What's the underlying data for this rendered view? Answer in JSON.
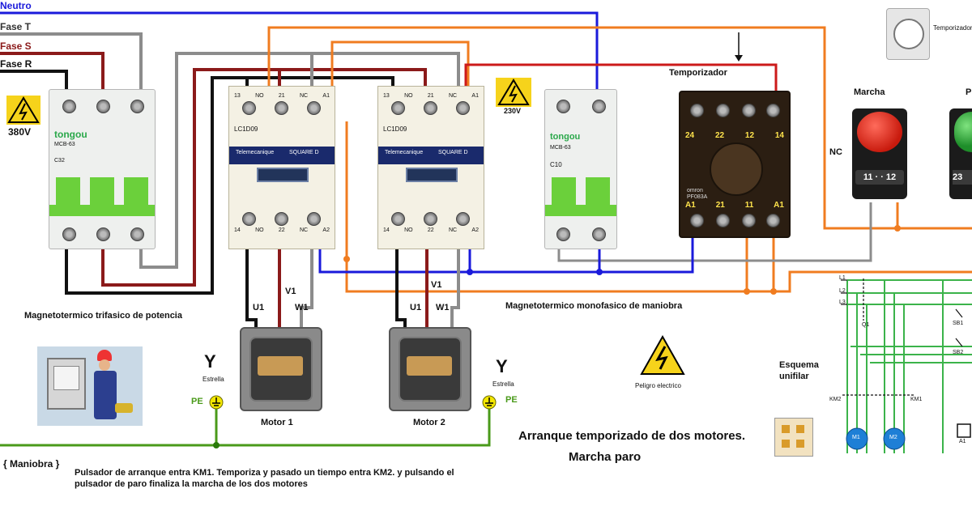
{
  "phases": {
    "neutro": "Neutro",
    "t": "Fase T",
    "s": "Fase S",
    "r": "Fase R"
  },
  "voltage_380": "380V",
  "voltage_230": "230V",
  "breaker_3p": {
    "brand": "tongou",
    "model": "MCB-63",
    "rating": "C32"
  },
  "breaker_1p": {
    "brand": "tongou",
    "model": "MCB-63",
    "rating": "C10"
  },
  "contactor1": {
    "model": "LC1D09",
    "brand": "Telemecanique",
    "series": "SQUARE D",
    "top_terminals": [
      "13",
      "NO",
      "21",
      "NC",
      "A1"
    ],
    "bottom_terminals": [
      "14",
      "NO",
      "22",
      "NC",
      "A2"
    ]
  },
  "contactor2": {
    "model": "LC1D09",
    "brand": "Telemecanique",
    "series": "SQUARE D",
    "top_terminals": [
      "13",
      "NO",
      "21",
      "NC",
      "A1"
    ],
    "bottom_terminals": [
      "14",
      "NO",
      "22",
      "NC",
      "A2"
    ]
  },
  "timer": {
    "title": "Temporizador",
    "top_terminals": [
      "24",
      "22",
      "12",
      "14"
    ],
    "bottom_terminals": [
      "A1",
      "21",
      "11",
      "A1"
    ],
    "socket": "PF083A",
    "brand": "omron"
  },
  "timer_photo_label": "Temporizador",
  "marcha": {
    "title": "Marcha",
    "nc": "NC",
    "terminals": "11 · · 12"
  },
  "paro": {
    "title": "P",
    "terminals": "23"
  },
  "labels": {
    "mag_trifasico": "Magnetotermico trifasico de potencia",
    "mag_monofasico": "Magnetotermico monofasico de maniobra",
    "esquema": "Esquema\nunifilar",
    "peligro": "Peligro electrico",
    "estrella": "Estrella",
    "y": "Y",
    "pe": "PE",
    "motor1": "Motor 1",
    "motor2": "Motor 2",
    "u1": "U1",
    "v1": "V1",
    "w1": "W1",
    "maniobra": "{ Maniobra }",
    "desc_line1": "Pulsador de arranque entra KM1. Temporiza y pasado un tiempo entra KM2. y pulsando el",
    "desc_line2": "pulsador de paro finaliza la marcha de los dos motores",
    "title_line1": "Arranque temporizado de dos motores.",
    "title_line2": "Marcha paro"
  },
  "unifilar": {
    "l1": "L1",
    "l2": "L2",
    "l3": "L3",
    "q1": "Q1",
    "km2": "KM2",
    "km1": "KM1",
    "m1": "M1",
    "m2": "M2",
    "sb1": "SB1",
    "sb2": "SB2",
    "a1": "A1"
  },
  "colors": {
    "neutro": "#1a1adb",
    "fase_t": "#8c8c8c",
    "fase_s": "#8b1a1a",
    "fase_r": "#111111",
    "maniobra": "#f07c20",
    "pe": "#4a9a1a",
    "green_cable": "#3bb34a"
  }
}
